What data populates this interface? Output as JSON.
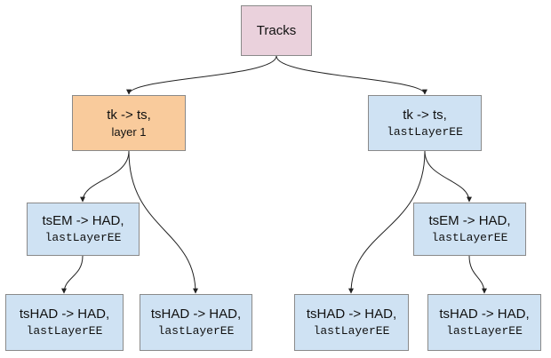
{
  "diagram": {
    "colors": {
      "root": "#ead1dc",
      "highlight": "#f9cb9c",
      "default": "#cfe2f3",
      "edge": "#222222"
    },
    "nodes": [
      {
        "id": "tracks",
        "line1": "Tracks",
        "line2": "",
        "style": "root"
      },
      {
        "id": "left-tk-ts",
        "line1": "tk -> ts,",
        "line2": "layer 1",
        "line2_mono": false,
        "style": "highlight"
      },
      {
        "id": "right-tk-ts",
        "line1": "tk -> ts,",
        "line2": "lastLayerEE",
        "line2_mono": true,
        "style": "default"
      },
      {
        "id": "left-tsem-had",
        "line1": "tsEM -> HAD,",
        "line2": "lastLayerEE",
        "line2_mono": true,
        "style": "default"
      },
      {
        "id": "right-tsem-had",
        "line1": "tsEM -> HAD,",
        "line2": "lastLayerEE",
        "line2_mono": true,
        "style": "default"
      },
      {
        "id": "tshad-1",
        "line1": "tsHAD -> HAD,",
        "line2": "lastLayerEE",
        "line2_mono": true,
        "style": "default"
      },
      {
        "id": "tshad-2",
        "line1": "tsHAD -> HAD,",
        "line2": "lastLayerEE",
        "line2_mono": true,
        "style": "default"
      },
      {
        "id": "tshad-3",
        "line1": "tsHAD -> HAD,",
        "line2": "lastLayerEE",
        "line2_mono": true,
        "style": "default"
      },
      {
        "id": "tshad-4",
        "line1": "tsHAD -> HAD,",
        "line2": "lastLayerEE",
        "line2_mono": true,
        "style": "default"
      }
    ],
    "edges": [
      {
        "from": "tracks",
        "to": "left-tk-ts"
      },
      {
        "from": "tracks",
        "to": "right-tk-ts"
      },
      {
        "from": "left-tk-ts",
        "to": "left-tsem-had"
      },
      {
        "from": "left-tk-ts",
        "to": "tshad-2"
      },
      {
        "from": "right-tk-ts",
        "to": "tshad-3"
      },
      {
        "from": "right-tk-ts",
        "to": "right-tsem-had"
      },
      {
        "from": "left-tsem-had",
        "to": "tshad-1"
      },
      {
        "from": "right-tsem-had",
        "to": "tshad-4"
      }
    ]
  }
}
